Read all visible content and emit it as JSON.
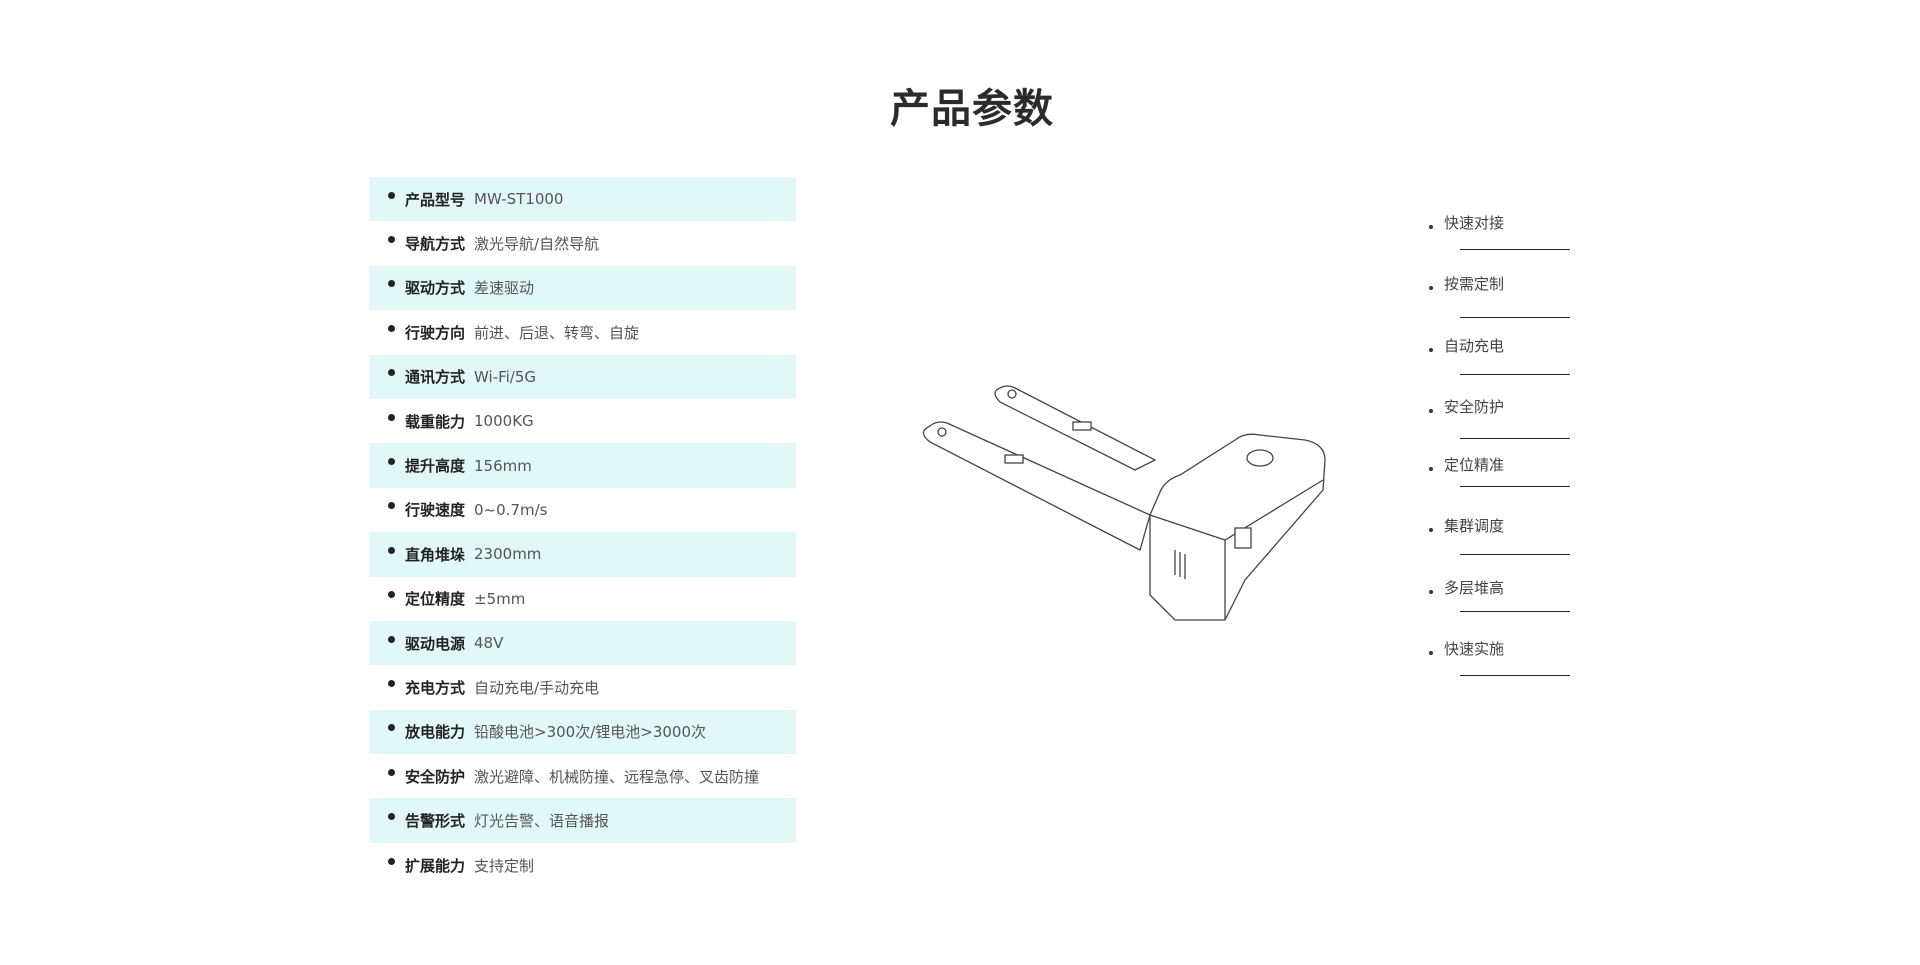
{
  "title": "产品参数",
  "specs": [
    {
      "k": "产品型号",
      "v": "MW-ST1000"
    },
    {
      "k": "导航方式",
      "v": "激光导航/自然导航"
    },
    {
      "k": "驱动方式",
      "v": "差速驱动"
    },
    {
      "k": "行驶方向",
      "v": "前进、后退、转弯、自旋"
    },
    {
      "k": "通讯方式",
      "v": "Wi-Fi/5G"
    },
    {
      "k": "载重能力",
      "v": "1000KG"
    },
    {
      "k": "提升高度",
      "v": "156mm"
    },
    {
      "k": "行驶速度",
      "v": "0~0.7m/s"
    },
    {
      "k": "直角堆垛",
      "v": "2300mm"
    },
    {
      "k": "定位精度",
      "v": "±5mm"
    },
    {
      "k": "驱动电源",
      "v": "48V"
    },
    {
      "k": "充电方式",
      "v": "自动充电/手动充电"
    },
    {
      "k": "放电能力",
      "v": "铅酸电池>300次/锂电池>3000次"
    },
    {
      "k": "安全防护",
      "v": "激光避障、机械防撞、远程急停、叉齿防撞"
    },
    {
      "k": "告警形式",
      "v": "灯光告警、语音播报"
    },
    {
      "k": "扩展能力",
      "v": "支持定制"
    }
  ],
  "features": [
    "快速对接",
    "按需定制",
    "自动充电",
    "安全防护",
    "定位精准",
    "集群调度",
    "多层堆高",
    "快速实施"
  ]
}
